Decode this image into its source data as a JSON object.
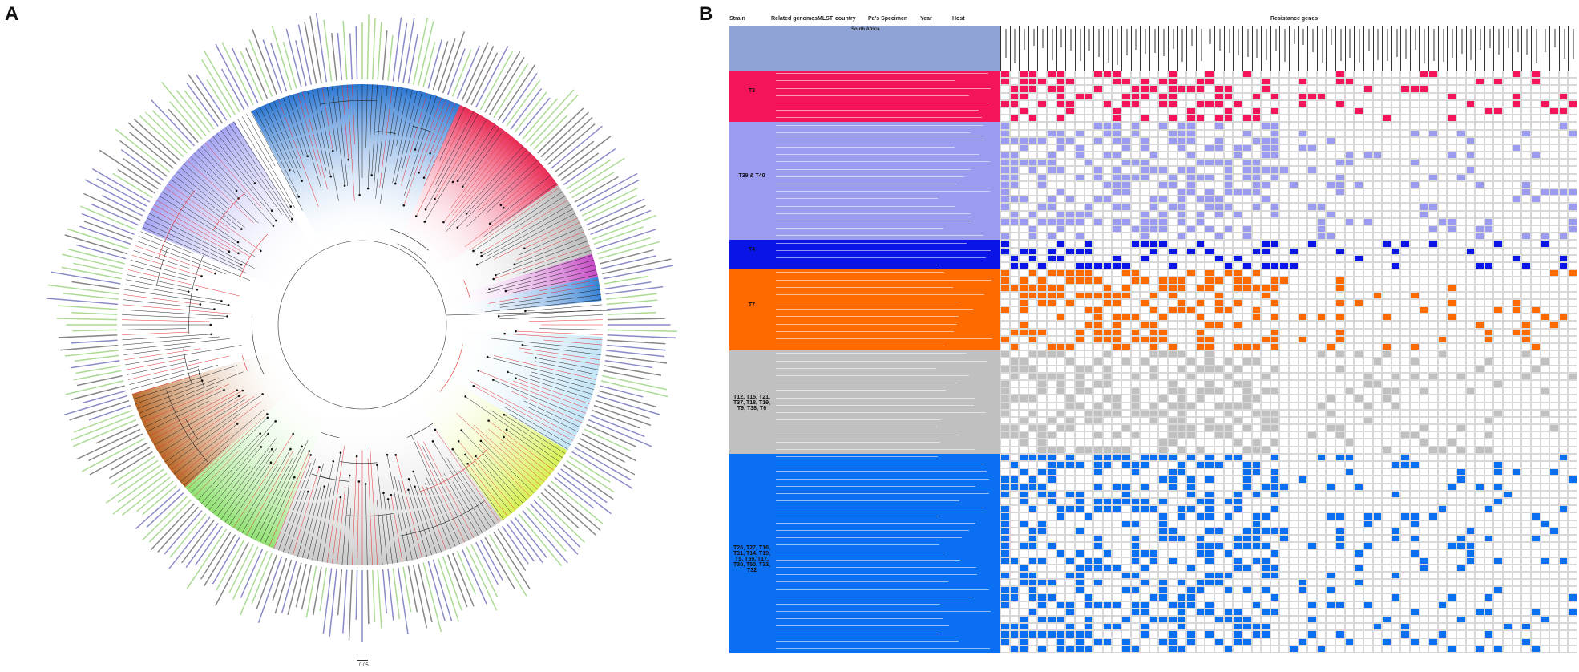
{
  "figure": {
    "panel_a_letter": "A",
    "panel_b_letter": "B"
  },
  "tree": {
    "scale_label": "0.05",
    "clade_colors": [
      "#1f6fd1",
      "#e8204e",
      "#b7b7b7",
      "#c43fc4",
      "#2a7bd4",
      "#bfe3f7",
      "#d5ef4a",
      "#c8c8c8",
      "#8be06b",
      "#b5601c",
      "#9f9ff2"
    ],
    "tip_label_colors": [
      "#2a2a9a",
      "#66bb3c",
      "#222222"
    ]
  },
  "table": {
    "headers": {
      "strain": "Strain",
      "related": "Related genomes",
      "mlst": "MLST",
      "country": "country",
      "specimen": "Pa's Specimen",
      "year": "Year",
      "host": "Host",
      "resistance": "Resistance genes"
    },
    "country_banner": "South Africa",
    "groups": [
      {
        "label": "T3",
        "color": "#f4145a",
        "rows": 7
      },
      {
        "label": "T39 & T40",
        "color": "#9b9bf0",
        "rows": 16
      },
      {
        "label": "T4",
        "color": "#0a14e6",
        "rows": 4
      },
      {
        "label": "T7",
        "color": "#ff6a00",
        "rows": 11
      },
      {
        "label": "T12, T15, T21, T37, T18, T19, T9, T38, T6",
        "color": "#c0c0c0",
        "rows": 14
      },
      {
        "label": "T26, T27, T16, T31, T14, T19, T5, T59, T17, T30, T50, T33, T32",
        "color": "#0a6ff0",
        "rows": 27
      }
    ]
  }
}
